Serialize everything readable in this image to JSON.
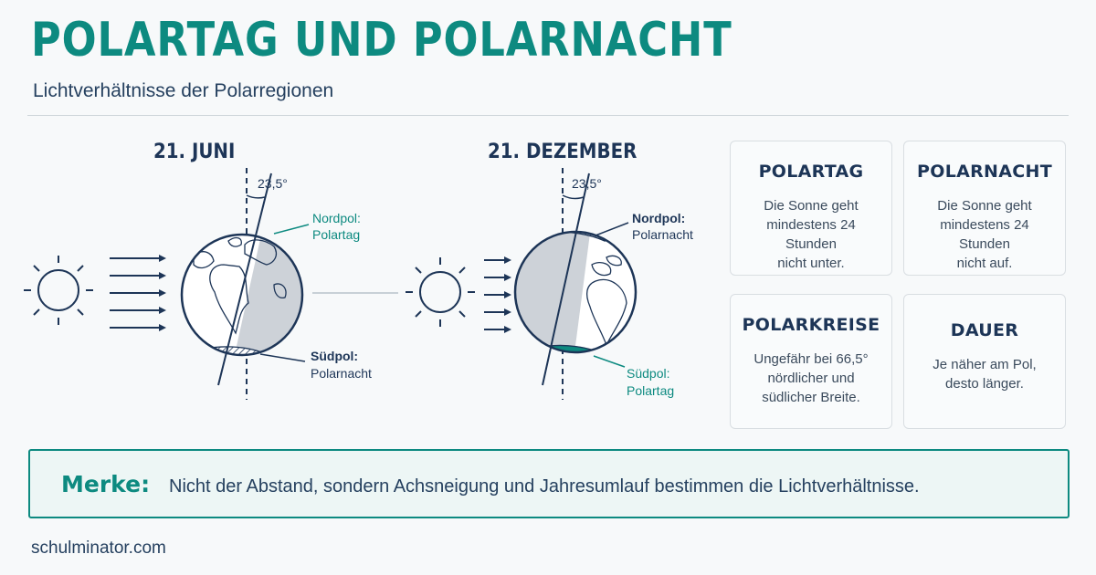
{
  "header": {
    "title": "POLARTAG UND POLARNACHT",
    "subtitle": "Lichtverhältnisse der Polarregionen"
  },
  "diagram": {
    "june": {
      "date": "21. JUNI",
      "angle": "23,5°",
      "north_label_1": "Nordpol:",
      "north_label_2": "Polartag",
      "south_label_1": "Südpol:",
      "south_label_2": "Polarnacht"
    },
    "december": {
      "date": "21. DEZEMBER",
      "angle": "23,5°",
      "north_label_1": "Nordpol:",
      "north_label_2": "Polarnacht",
      "south_label_1": "Südpol:",
      "south_label_2": "Polartag"
    },
    "colors": {
      "accent": "#0d8a80",
      "navy": "#1d3557",
      "night": "#cdd2d8"
    }
  },
  "cards": [
    {
      "title": "POLARTAG",
      "text": [
        "Die Sonne geht",
        "mindestens 24 Stunden",
        "nicht unter."
      ]
    },
    {
      "title": "POLARNACHT",
      "text": [
        "Die Sonne geht",
        "mindestens 24 Stunden",
        "nicht auf."
      ]
    },
    {
      "title": "POLARKREISE",
      "text": [
        "Ungefähr bei 66,5°",
        "nördlicher und",
        "südlicher Breite."
      ]
    },
    {
      "title": "DAUER",
      "text": [
        "Je näher am Pol,",
        "desto länger."
      ]
    }
  ],
  "merke": {
    "label": "Merke:",
    "text": "Nicht der Abstand, sondern Achsneigung und Jahresumlauf bestimmen die Lichtverhältnisse."
  },
  "footer": "schulminator.com"
}
